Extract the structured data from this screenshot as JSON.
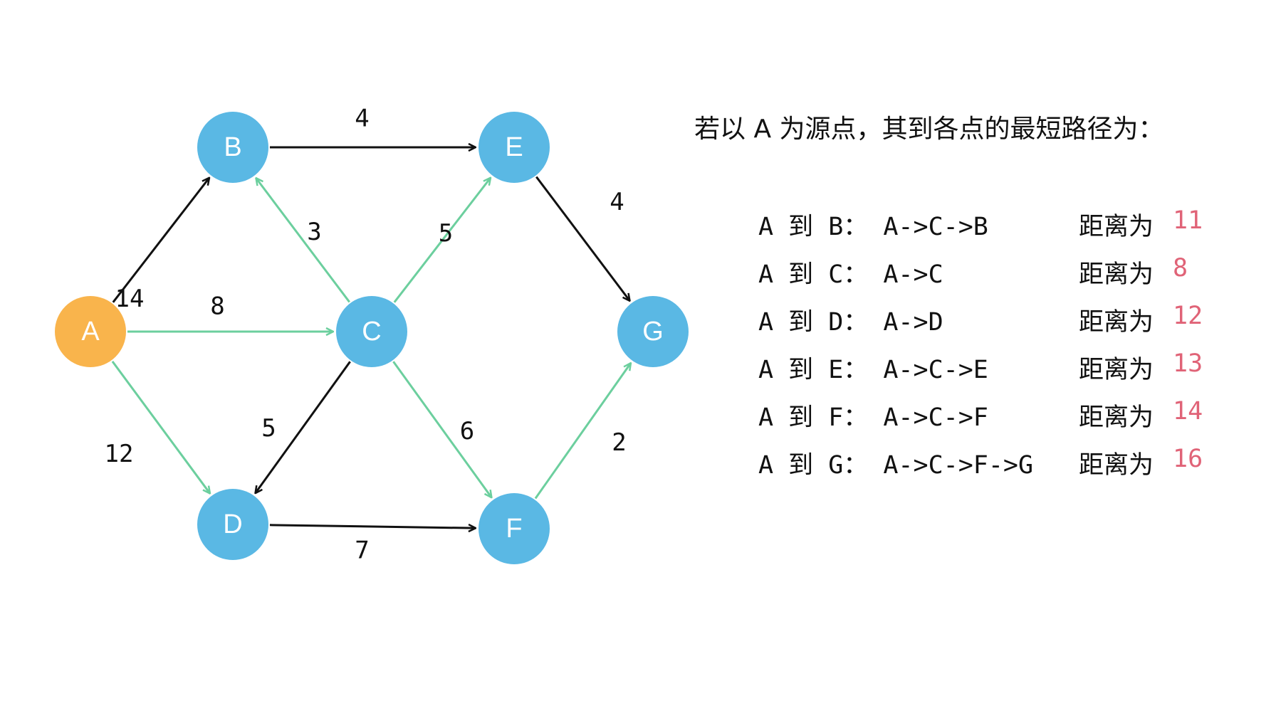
{
  "colors": {
    "source_node": "#f9b44c",
    "node": "#5ab8e4",
    "edge_black": "#111111",
    "edge_green": "#6ccf9e",
    "distance_value": "#e06377"
  },
  "nodes": [
    {
      "id": "A",
      "label": "A",
      "role": "source"
    },
    {
      "id": "B",
      "label": "B",
      "role": "normal"
    },
    {
      "id": "C",
      "label": "C",
      "role": "normal"
    },
    {
      "id": "D",
      "label": "D",
      "role": "normal"
    },
    {
      "id": "E",
      "label": "E",
      "role": "normal"
    },
    {
      "id": "F",
      "label": "F",
      "role": "normal"
    },
    {
      "id": "G",
      "label": "G",
      "role": "normal"
    }
  ],
  "edges": [
    {
      "from": "A",
      "to": "B",
      "weight": "14",
      "color": "black"
    },
    {
      "from": "A",
      "to": "C",
      "weight": "8",
      "color": "green"
    },
    {
      "from": "A",
      "to": "D",
      "weight": "12",
      "color": "green"
    },
    {
      "from": "B",
      "to": "E",
      "weight": "4",
      "color": "black"
    },
    {
      "from": "C",
      "to": "B",
      "weight": "3",
      "color": "green"
    },
    {
      "from": "C",
      "to": "E",
      "weight": "5",
      "color": "green"
    },
    {
      "from": "C",
      "to": "D",
      "weight": "5",
      "color": "black"
    },
    {
      "from": "C",
      "to": "F",
      "weight": "6",
      "color": "green"
    },
    {
      "from": "D",
      "to": "F",
      "weight": "7",
      "color": "black"
    },
    {
      "from": "E",
      "to": "G",
      "weight": "4",
      "color": "black"
    },
    {
      "from": "F",
      "to": "G",
      "weight": "2",
      "color": "green"
    }
  ],
  "summary": {
    "title": "若以 A 为源点，其到各点的最短路径为：",
    "rows": [
      {
        "route": "A 到 B： A->C->B",
        "dist_label": "距离为",
        "dist_value": "11"
      },
      {
        "route": "A 到 C： A->C",
        "dist_label": "距离为",
        "dist_value": "8"
      },
      {
        "route": "A 到 D： A->D",
        "dist_label": "距离为",
        "dist_value": "12"
      },
      {
        "route": "A 到 E： A->C->E",
        "dist_label": "距离为",
        "dist_value": "13"
      },
      {
        "route": "A 到 F： A->C->F",
        "dist_label": "距离为",
        "dist_value": "14"
      },
      {
        "route": "A 到 G： A->C->F->G",
        "dist_label": "距离为",
        "dist_value": "16"
      }
    ]
  }
}
